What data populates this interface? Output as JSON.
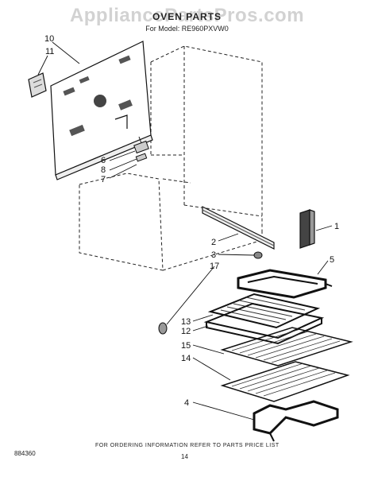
{
  "watermark": "AppliancePartsPros.com",
  "header": {
    "title": "OVEN PARTS",
    "model_line": "For Model: RE960PXVW0"
  },
  "callouts": {
    "c1": "1",
    "c2": "2",
    "c3": "3",
    "c4": "4",
    "c5": "5",
    "c6": "6",
    "c7": "7",
    "c8": "8",
    "c10": "10",
    "c11": "11",
    "c12": "12",
    "c13": "13",
    "c14": "14",
    "c15": "15",
    "c17": "17"
  },
  "footer": {
    "note": "FOR ORDERING INFORMATION REFER TO PARTS PRICE LIST",
    "page": "14",
    "code": "884360"
  }
}
